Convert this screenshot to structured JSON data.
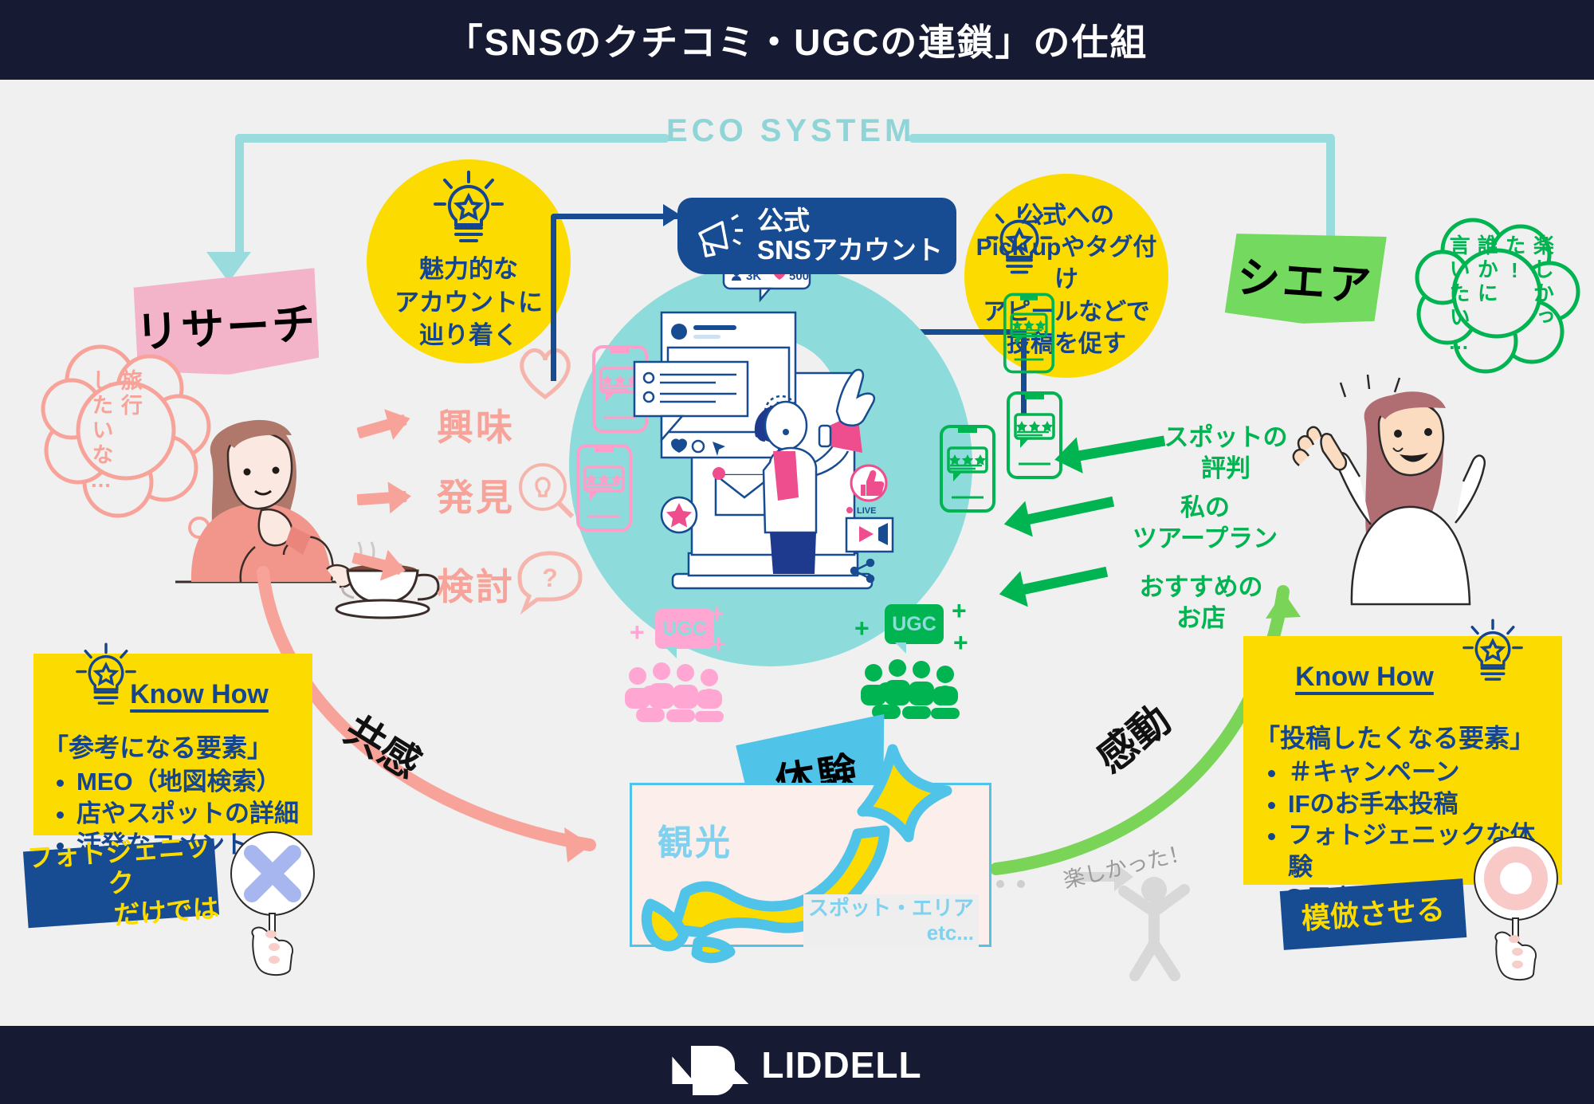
{
  "header": {
    "title": "「SNSのクチコミ・UGCの連鎖」の仕組"
  },
  "footer": {
    "logo_text": "LIDDELL",
    "logo_icon": "liddell-logo-icon"
  },
  "eco": {
    "label": "ECO SYSTEM"
  },
  "ribbons": {
    "research": "リサーチ",
    "share": "シエア",
    "experience": "体験"
  },
  "center": {
    "sns_label": "SNS",
    "ugc_pink": "UGC",
    "ugc_green": "UGC",
    "official_pill_line1": "公式",
    "official_pill_line2": "SNSアカウント",
    "stats_followers": "3K",
    "stats_likes": "500",
    "live_badge": "LIVE"
  },
  "idea_left": {
    "line1": "魅力的な",
    "line2": "アカウントに",
    "line3": "辿り着く"
  },
  "idea_right": {
    "line1": "公式への",
    "line2": "Pick upやタグ付け",
    "line3": "アピールなどで",
    "line4": "投稿を促す"
  },
  "bubble_left": {
    "line1": "旅行",
    "line2": "したいな…"
  },
  "bubble_right": {
    "line1": "楽しかった!",
    "line2": "誰かに",
    "line3": "言いたい…"
  },
  "steps": [
    {
      "label": "興味",
      "icon": "heart-icon"
    },
    {
      "label": "発見",
      "icon": "magnifier-bulb-icon"
    },
    {
      "label": "検討",
      "icon": "question-balloon-icon"
    }
  ],
  "green_labels": [
    {
      "line1": "スポットの",
      "line2": "評判"
    },
    {
      "line1": "私の",
      "line2": "ツアープラン"
    },
    {
      "line1": "おすすめの",
      "line2": "お店"
    }
  ],
  "curve_labels": {
    "empathy": "共感",
    "impression": "感動"
  },
  "know_how_left": {
    "title": "Know How",
    "heading": "「参考になる要素」",
    "items": [
      "MEO（地図検索）",
      "店やスポットの詳細",
      "活発なコメント"
    ],
    "tag": "フォトジェニック\nだけでは",
    "tag_line1": "フォトジェニック",
    "tag_line2": "だけでは",
    "sign_icon": "x-mark-sign-icon"
  },
  "know_how_right": {
    "title": "Know How",
    "heading": "「投稿したくなる要素」",
    "items": [
      "＃キャンペーン",
      "IFのお手本投稿",
      "フォトジェニックな体験\nの用意"
    ],
    "item3_line1": "フォトジェニックな体験",
    "item3_line2": "の用意",
    "tag": "模倣させる",
    "sign_icon": "o-mark-sign-icon"
  },
  "map": {
    "title": "観光",
    "caption_line1": "スポット・エリア",
    "caption_line2": "etc..."
  },
  "misc": {
    "fun_text": "楽しかった！"
  },
  "colors": {
    "navy": "#161b33",
    "blue": "#184c92",
    "yellow": "#fcdb00",
    "teal": "#8edbdb",
    "pink": "#f8a39a",
    "green": "#00b451",
    "light_green": "#74d95f",
    "ribbon_pink": "#f3b3c8",
    "sky": "#50c3e8",
    "bg": "#f0f0f0"
  }
}
